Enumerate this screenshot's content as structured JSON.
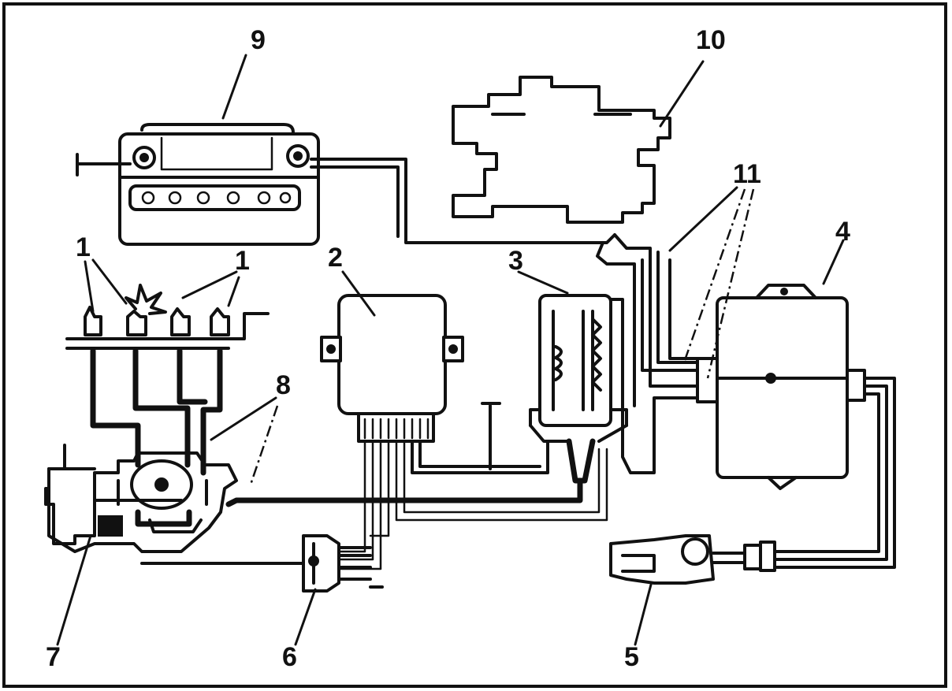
{
  "labels": {
    "l1a": "1",
    "l1b": "1",
    "l2": "2",
    "l3": "3",
    "l4": "4",
    "l5": "5",
    "l6": "6",
    "l7": "7",
    "l8": "8",
    "l9": "9",
    "l10": "10",
    "l11": "11"
  },
  "colors": {
    "ink": "#111111",
    "paper": "#ffffff"
  }
}
